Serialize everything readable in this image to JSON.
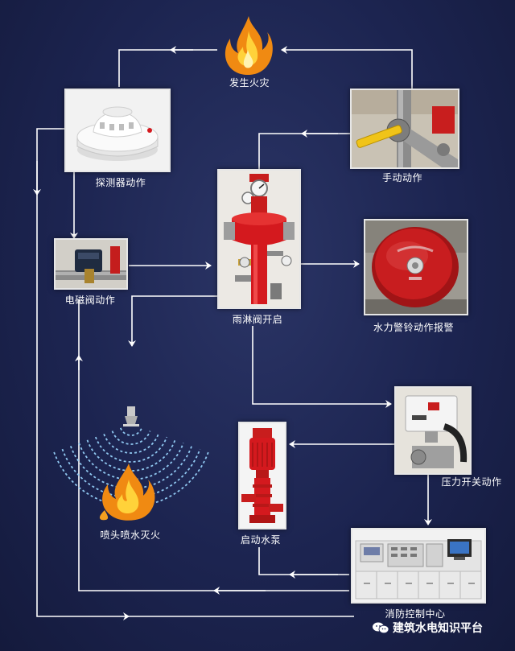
{
  "nodes": {
    "fire": "发生火灾",
    "detector": "探测器动作",
    "manual": "手动动作",
    "solenoid": "电磁阀动作",
    "deluge": "雨淋阀开启",
    "bell": "水力警铃动作报警",
    "sprinkler": "喷头喷水灭火",
    "pressure": "压力开关动作",
    "pump": "启动水泵",
    "control": "消防控制中心"
  },
  "watermark": "建筑水电知识平台",
  "colors": {
    "background": "#1c2450",
    "arrow": "#ffffff",
    "equipment_red": "#d4191e",
    "flame": "#f5a623",
    "spray": "#8fc7f0"
  }
}
